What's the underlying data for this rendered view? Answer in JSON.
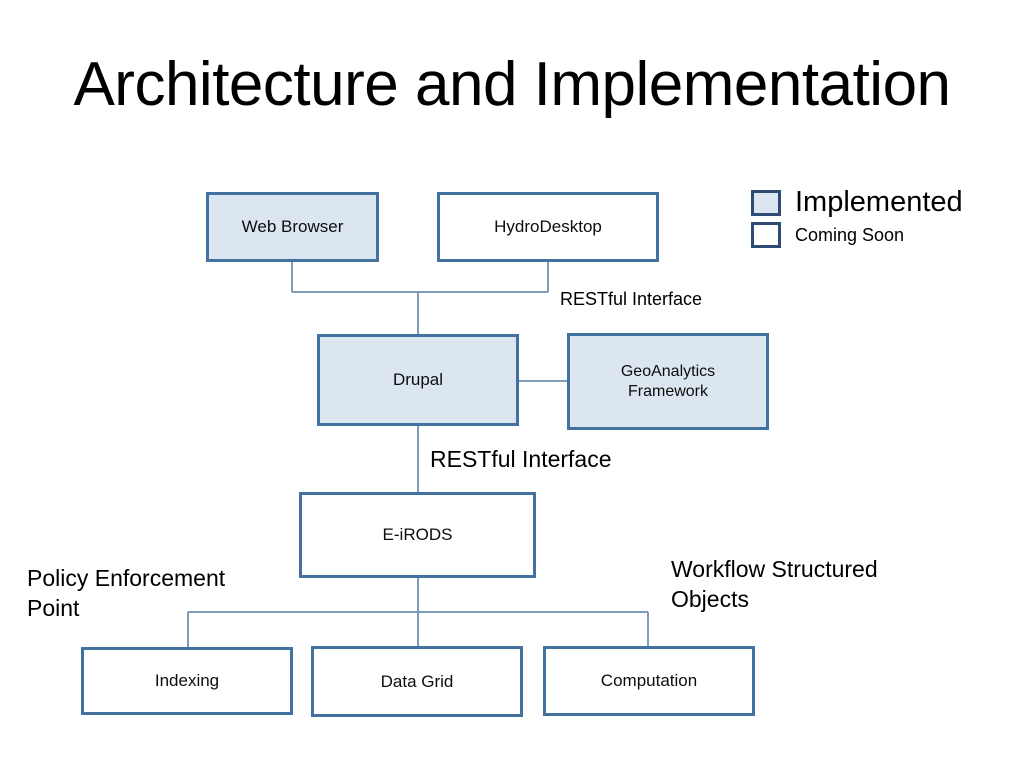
{
  "slide": {
    "title": "Architecture and Implementation",
    "background_color": "#ffffff"
  },
  "style": {
    "box_border_color": "#4472a0",
    "implemented_fill": "#dce6f1",
    "coming_soon_fill": "#ffffff",
    "connector_color": "#7f9db9",
    "text_color": "#0d0d0d"
  },
  "legend": {
    "items": [
      {
        "label": "Implemented",
        "state": "implemented",
        "swatch_fill": "#dce6f1"
      },
      {
        "label": "Coming Soon",
        "state": "coming",
        "swatch_fill": "#ffffff"
      }
    ]
  },
  "diagram": {
    "nodes": [
      {
        "id": "web-browser",
        "label": "Web Browser",
        "state": "implemented"
      },
      {
        "id": "hydrodesktop",
        "label": "HydroDesktop",
        "state": "coming"
      },
      {
        "id": "drupal",
        "label": "Drupal",
        "state": "implemented"
      },
      {
        "id": "geoanalytics",
        "label": "GeoAnalytics\nFramework",
        "state": "implemented"
      },
      {
        "id": "eirods",
        "label": "E-iRODS",
        "state": "coming"
      },
      {
        "id": "indexing",
        "label": "Indexing",
        "state": "coming"
      },
      {
        "id": "datagrid",
        "label": "Data Grid",
        "state": "coming"
      },
      {
        "id": "computation",
        "label": "Computation",
        "state": "coming"
      }
    ],
    "edges": [
      {
        "from": "web-browser",
        "to": "drupal",
        "label": "RESTful Interface"
      },
      {
        "from": "hydrodesktop",
        "to": "drupal",
        "label": "RESTful Interface"
      },
      {
        "from": "drupal",
        "to": "geoanalytics",
        "label": ""
      },
      {
        "from": "drupal",
        "to": "eirods",
        "label": "RESTful Interface"
      },
      {
        "from": "eirods",
        "to": "indexing",
        "label": "Policy Enforcement Point"
      },
      {
        "from": "eirods",
        "to": "datagrid",
        "label": ""
      },
      {
        "from": "eirods",
        "to": "computation",
        "label": "Workflow Structured Objects"
      }
    ],
    "annotations": [
      {
        "id": "rest-top",
        "text": "RESTful Interface"
      },
      {
        "id": "rest-mid",
        "text": "RESTful Interface"
      },
      {
        "id": "policy",
        "text": "Policy Enforcement\nPoint"
      },
      {
        "id": "workflow",
        "text": "Workflow Structured\nObjects"
      }
    ]
  }
}
